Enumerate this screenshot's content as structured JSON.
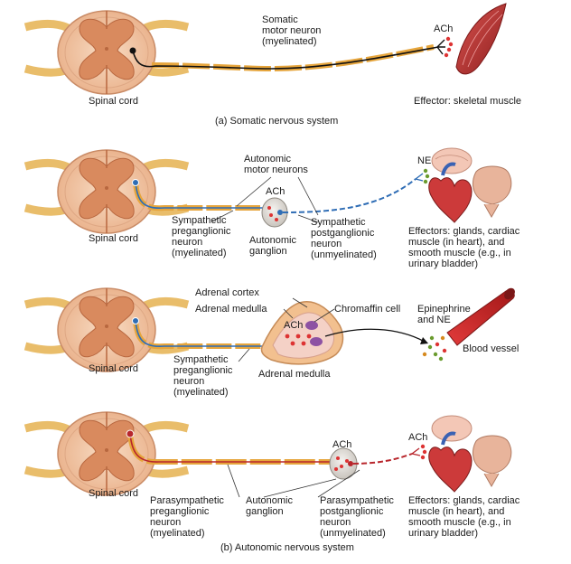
{
  "panel_a": {
    "caption": "(a) Somatic nervous system",
    "spinal_cord": "Spinal cord",
    "neuron": "Somatic\nmotor neuron\n(myelinated)",
    "ach": "ACh",
    "effector": "Effector: skeletal muscle"
  },
  "panel_symp": {
    "spinal_cord": "Spinal cord",
    "motor_neurons": "Autonomic\nmotor neurons",
    "ach": "ACh",
    "ne": "NE",
    "pre": "Sympathetic\npreganglionic\nneuron\n(myelinated)",
    "ganglion": "Autonomic\nganglion",
    "post": "Sympathetic\npostganglionic\nneuron\n(unmyelinated)",
    "effectors": "Effectors: glands, cardiac\nmuscle (in heart), and\nsmooth muscle (e.g., in\nurinary bladder)"
  },
  "panel_adrenal": {
    "spinal_cord": "Spinal cord",
    "cortex": "Adrenal cortex",
    "medulla_top": "Adrenal medulla",
    "chromaffin": "Chromaffin cell",
    "ach": "ACh",
    "epi": "Epinephrine\nand NE",
    "blood_vessel": "Blood vessel",
    "pre": "Sympathetic\npreganglionic\nneuron\n(myelinated)",
    "medulla_bottom": "Adrenal medulla"
  },
  "panel_para": {
    "spinal_cord": "Spinal cord",
    "ach_ganglion": "ACh",
    "ach_effector": "ACh",
    "pre": "Parasympathetic\npreganglionic\nneuron\n(myelinated)",
    "ganglion": "Autonomic\nganglion",
    "post": "Parasympathetic\npostganglionic\nneuron\n(unmyelinated)",
    "effectors": "Effectors: glands, cardiac\nmuscle (in heart), and\nsmooth muscle (e.g., in\nurinary bladder)"
  },
  "panel_b": {
    "caption": "(b) Autonomic nervous system"
  },
  "colors": {
    "cord_outer": "#f2c7a6",
    "gray_matter": "#d98a5e",
    "nerve": "#e9bd6a",
    "myelin": "#e6a53c",
    "sympathetic_axon": "#2f6db5",
    "parasympathetic_axon": "#b8262c",
    "somatic_axon": "#111111",
    "muscle": "#b52f2f"
  }
}
